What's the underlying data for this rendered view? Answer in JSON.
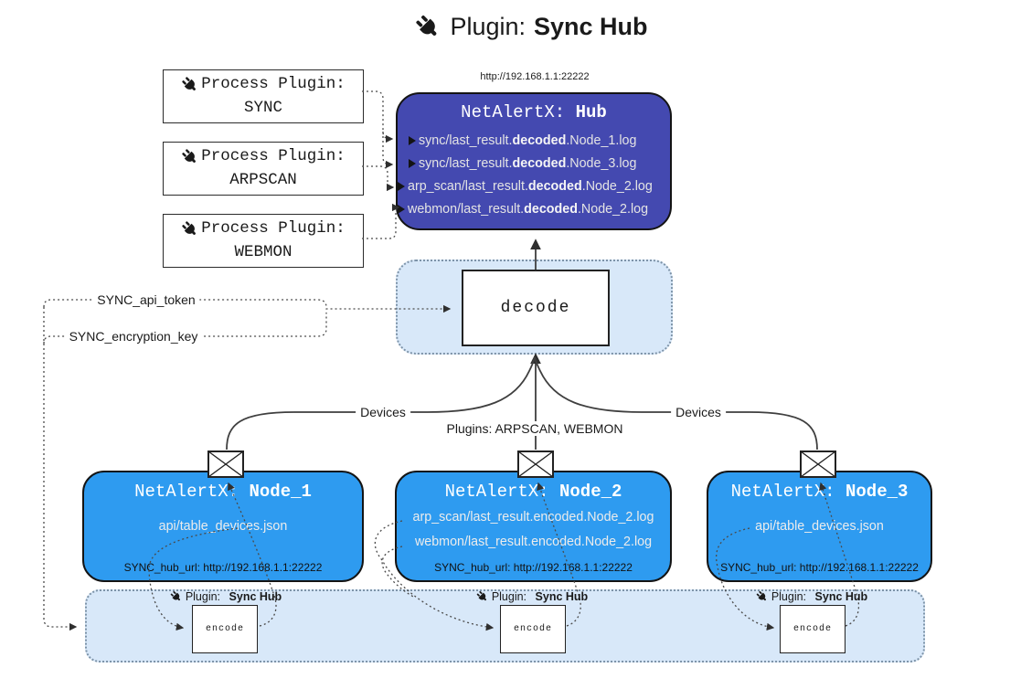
{
  "title": {
    "prefix": "Plugin:",
    "name": "Sync Hub"
  },
  "hub": {
    "url": "http://192.168.1.1:22222",
    "prefix": "NetAlertX:",
    "name": "Hub",
    "logs": [
      {
        "pre": "sync/last_result.",
        "bold": "decoded",
        "post": ".Node_1.log"
      },
      {
        "pre": "sync/last_result.",
        "bold": "decoded",
        "post": ".Node_3.log"
      },
      {
        "pre": "arp_scan/last_result.",
        "bold": "decoded",
        "post": ".Node_2.log"
      },
      {
        "pre": "webmon/last_result.",
        "bold": "decoded",
        "post": ".Node_2.log"
      }
    ]
  },
  "process_plugins": [
    {
      "label": "Process Plugin:",
      "name": "SYNC"
    },
    {
      "label": "Process Plugin:",
      "name": "ARPSCAN"
    },
    {
      "label": "Process Plugin:",
      "name": "WEBMON"
    }
  ],
  "decode_box": {
    "label": "decode"
  },
  "settings": {
    "api_token": "SYNC_api_token",
    "encryption_key": "SYNC_encryption_key"
  },
  "edge_labels": {
    "devices_left": "Devices",
    "plugins_middle": "Plugins: ARPSCAN, WEBMON",
    "devices_right": "Devices"
  },
  "nodes": [
    {
      "prefix": "NetAlertX:",
      "name": "Node_1",
      "files": [
        "api/table_devices.json"
      ],
      "hub_url": "SYNC_hub_url: http://192.168.1.1:22222"
    },
    {
      "prefix": "NetAlertX:",
      "name": "Node_2",
      "files": [
        "arp_scan/last_result.encoded.Node_2.log",
        "webmon/last_result.encoded.Node_2.log"
      ],
      "hub_url": "SYNC_hub_url: http://192.168.1.1:22222"
    },
    {
      "prefix": "NetAlertX:",
      "name": "Node_3",
      "files": [
        "api/table_devices.json"
      ],
      "hub_url": "SYNC_hub_url: http://192.168.1.1:22222"
    }
  ],
  "encode_band": {
    "plugin_prefix": "Plugin:",
    "plugin_name": "Sync Hub",
    "encode_label": "encode"
  },
  "colors": {
    "hub_fill": "#4449B0",
    "node_fill": "#2E9BF0",
    "band_fill": "#D8E8F9",
    "band_border": "#7D93A8",
    "edge": "#3F3F3F",
    "box_border": "#141414"
  }
}
